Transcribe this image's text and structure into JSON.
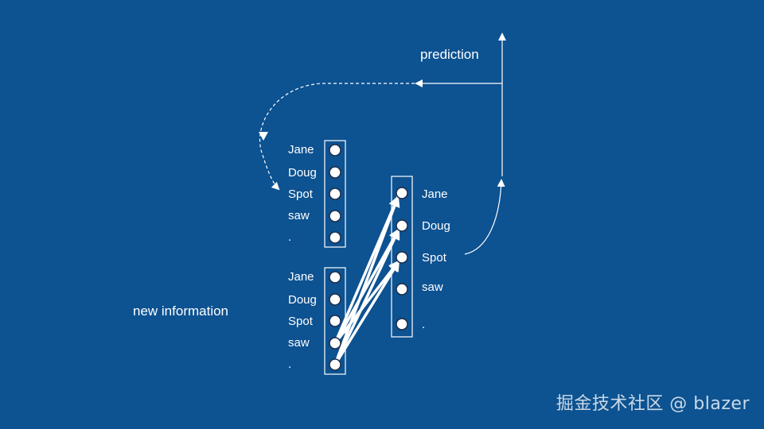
{
  "colors": {
    "background": "#0d5291",
    "foreground": "#ffffff"
  },
  "labels": {
    "prediction": "prediction",
    "new_information": "new information"
  },
  "context_words": [
    "Jane",
    "Doug",
    "Spot",
    "saw",
    "."
  ],
  "input_words": [
    "Jane",
    "Doug",
    "Spot",
    "saw",
    "."
  ],
  "output_words": [
    "Jane",
    "Doug",
    "Spot",
    "saw",
    "."
  ],
  "watermark": "掘金技术社区 @ blazer"
}
